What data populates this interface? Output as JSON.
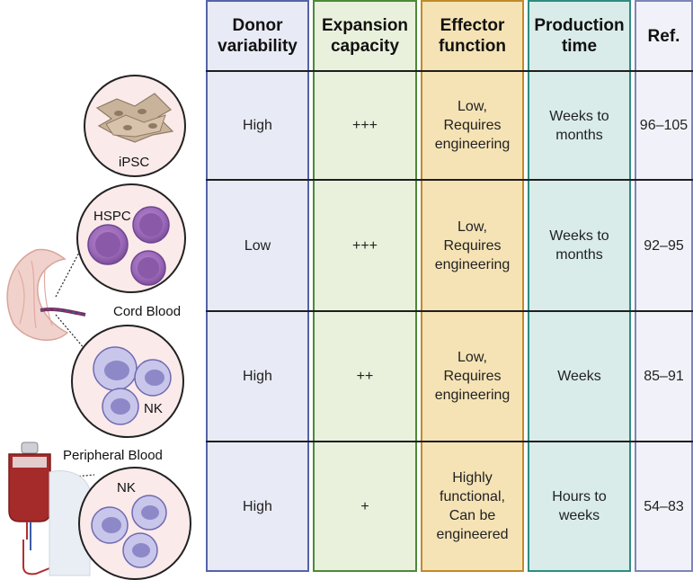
{
  "headers": [
    "Donor\nvariability",
    "Expansion\ncapacity",
    "Effector\nfunction",
    "Production\ntime",
    "Ref."
  ],
  "column_colors": {
    "donor": {
      "fill": "#e8eaf5",
      "border": "#5563a8"
    },
    "expansion": {
      "fill": "#e9f1dc",
      "border": "#4a8a3a"
    },
    "effector": {
      "fill": "#f5e3b5",
      "border": "#c28a2a"
    },
    "production": {
      "fill": "#d9ecea",
      "border": "#2e8c80"
    },
    "ref": {
      "fill": "#f1f2f9",
      "border": "#7d84b8"
    }
  },
  "rows": [
    {
      "source": "iPSC",
      "donor": "High",
      "expansion": "+++",
      "effector": "Low,\nRequires\nengineering",
      "production": "Weeks to\nmonths",
      "ref": "96–105"
    },
    {
      "source": "HSPC",
      "donor": "Low",
      "expansion": "+++",
      "effector": "Low,\nRequires\nengineering",
      "production": "Weeks to\nmonths",
      "ref": "92–95"
    },
    {
      "source": "NK",
      "donor": "High",
      "expansion": "++",
      "effector": "Low,\nRequires\nengineering",
      "production": "Weeks",
      "ref": "85–91"
    },
    {
      "source": "NK",
      "donor": "High",
      "expansion": "+",
      "effector": "Highly\nfunctional,\nCan be\nengineered",
      "production": "Hours to\nweeks",
      "ref": "54–83"
    }
  ],
  "illustration_labels": {
    "cord_blood": "Cord Blood",
    "peripheral_blood": "Peripheral Blood"
  }
}
